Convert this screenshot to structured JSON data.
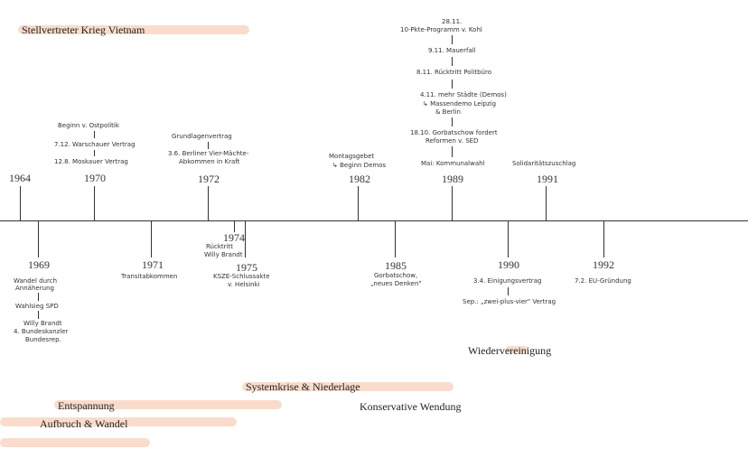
{
  "colors": {
    "highlight": "#f9dccb",
    "line": "#333333"
  },
  "headings": {
    "stellvertreter": "Stellvertreter Krieg Vietnam",
    "wiedervereinigung": "Wiedervereinigung",
    "systemkrise": "Systemkrise & Niederlage",
    "entspannung": "Entspannung",
    "konservative": "Konservative Wendung",
    "aufbruch": "Aufbruch & Wandel"
  },
  "years": {
    "y1964": "1964",
    "y1969": "1969",
    "y1970": "1970",
    "y1971": "1971",
    "y1972": "1972",
    "y1974": "1974",
    "y1975": "1975",
    "y1982": "1982",
    "y1985": "1985",
    "y1989": "1989",
    "y1990": "1990",
    "y1991": "1991",
    "y1992": "1992"
  },
  "events": {
    "e1970_a": "Beginn v. Ostpolitik",
    "e1970_b": "7.12. Warschauer Vertrag",
    "e1970_c": "12.8. Moskauer Vertrag",
    "e1972_a": "Grundlagenvertrag",
    "e1972_b": "3.6. Berliner Vier-Mächte-",
    "e1972_c": "Abkommen in Kraft",
    "e1982_a": "Montagsgebet",
    "e1982_b": "↳ Beginn Demos",
    "e1989_a": "28.11.",
    "e1989_b": "10-Pkte-Programm v. Kohl",
    "e1989_c": "9.11. Mauerfall",
    "e1989_d": "8.11. Rücktritt Politbüro",
    "e1989_e": "4.11. mehr Städte (Demos)",
    "e1989_f": "↳ Massendemo Leipzig",
    "e1989_g": "& Berlin",
    "e1989_h": "18.10. Gorbatschow fordert",
    "e1989_i": "Reformen v. SED",
    "e1989_j": "Mai: Kommunalwahl",
    "e1991_a": "Solidaritätszuschlag",
    "e1969_a": "Wandel durch",
    "e1969_b": "Annäherung",
    "e1969_c": "Wahlsieg SPD",
    "e1969_d": "Willy Brandt",
    "e1969_e": "4. Bundeskanzler",
    "e1969_f": "Bundesrep.",
    "e1971_a": "Transitabkommen",
    "e1974_a": "Rücktritt",
    "e1974_b": "Willy Brandt",
    "e1975_a": "KSZE-Schlussakte",
    "e1975_b": "v. Helsinki",
    "e1985_a": "Gorbatschow,",
    "e1985_b": "„neues Denken\"",
    "e1990_a": "3.4. Einigungsvertrag",
    "e1990_b": "Sep.: „zwei-plus-vier\" Vertrag",
    "e1992_a": "7.2. EU-Gründung"
  }
}
